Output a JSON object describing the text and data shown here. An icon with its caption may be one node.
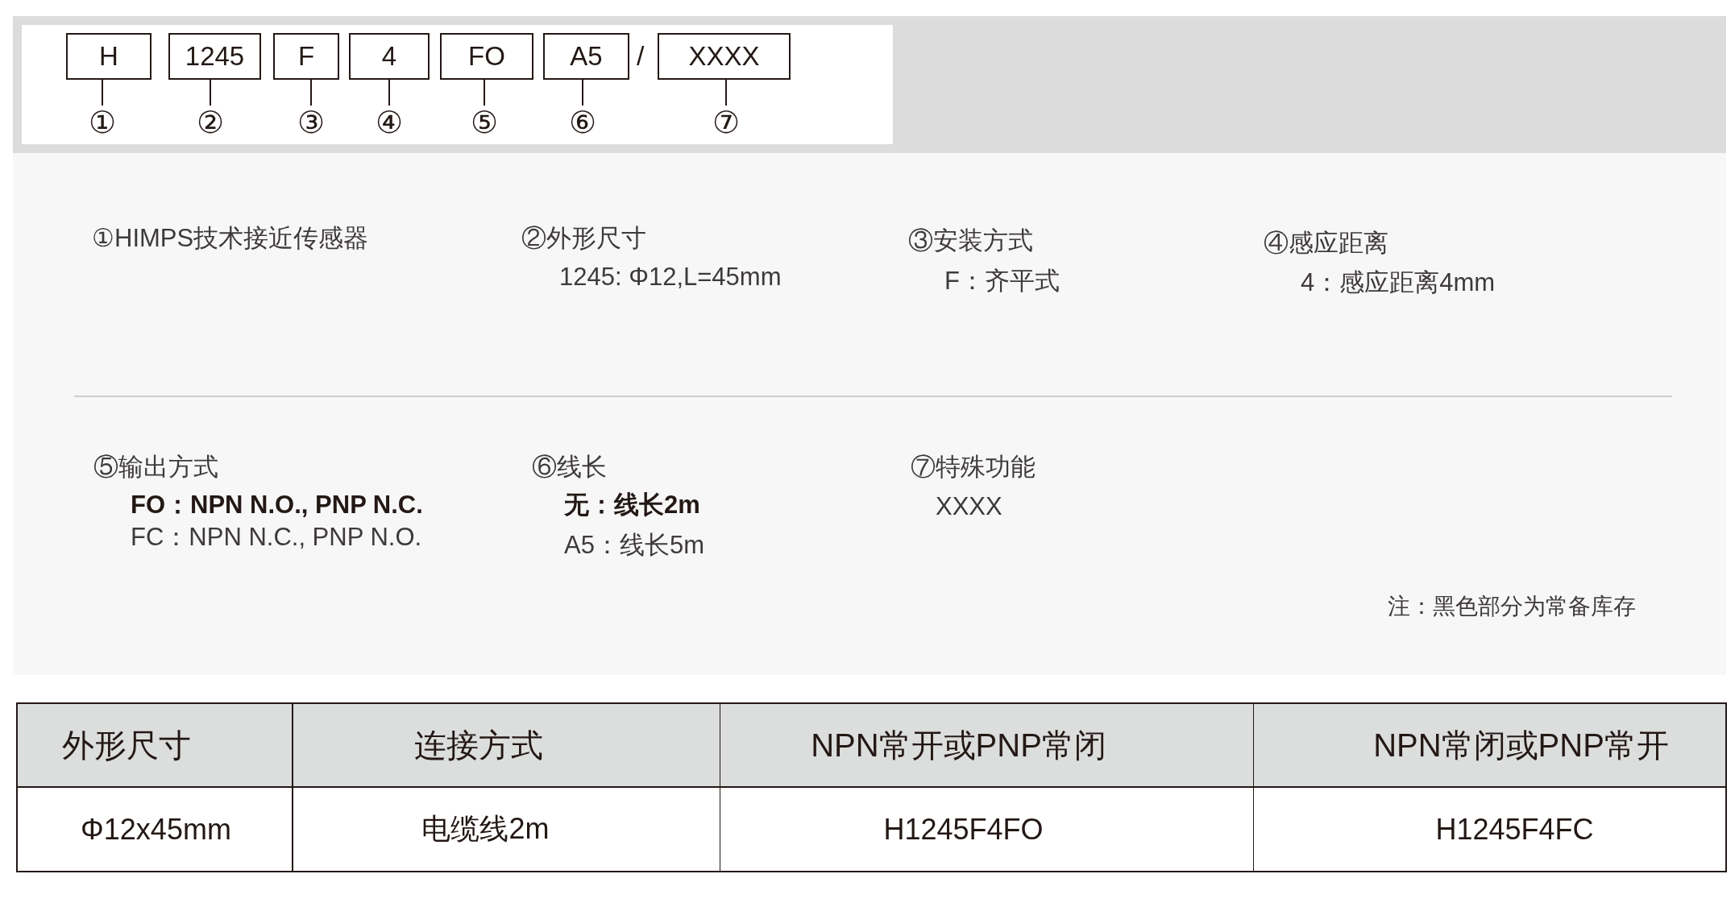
{
  "diagram": {
    "nodes": [
      {
        "text": [
          "H"
        ]
      },
      {
        "text": [
          "1245"
        ]
      },
      {
        "text": [
          "F"
        ]
      },
      {
        "text": [
          "4"
        ]
      },
      {
        "text": [
          "FO"
        ]
      },
      {
        "text": [
          "A5"
        ]
      },
      {
        "text": [
          "XXXX"
        ]
      },
      {
        "text": [
          "①"
        ]
      },
      {
        "text": [
          "②"
        ]
      },
      {
        "text": [
          "③"
        ]
      },
      {
        "text": [
          "④"
        ]
      },
      {
        "text": [
          "⑤"
        ]
      },
      {
        "text": [
          "⑥"
        ]
      },
      {
        "text": [
          "⑦"
        ]
      }
    ],
    "edges": [
      {
        "from": 0,
        "to": 7,
        "arrow": "none"
      },
      {
        "from": 1,
        "to": 8,
        "arrow": "none"
      },
      {
        "from": 2,
        "to": 9,
        "arrow": "none"
      },
      {
        "from": 3,
        "to": 10,
        "arrow": "none"
      },
      {
        "from": 4,
        "to": 11,
        "arrow": "none"
      },
      {
        "from": 5,
        "to": 12,
        "arrow": "none"
      },
      {
        "from": 6,
        "to": 13,
        "arrow": "none"
      }
    ],
    "labels": [
      "/",
      "①HIMPS技术接近传感器",
      "②外形尺寸",
      "1245: Φ12,L=45mm",
      "③安装方式",
      "F：齐平式",
      "④感应距离",
      "4：感应距离4mm",
      "⑤输出方式",
      "FO：NPN N.O., PNP N.C.",
      "FC：NPN N.C., PNP N.O.",
      "⑥线长",
      "无：线长2m",
      "A5：线长5m",
      "⑦特殊功能",
      "XXXX",
      "注：黑色部分为常备库存",
      "外形尺寸",
      "连接方式",
      "NPN常开或PNP常闭",
      "NPN常闭或PNP常开",
      "Φ12x45mm",
      "电缆线2m",
      "H1245F4FO",
      "H1245F4FC"
    ]
  }
}
